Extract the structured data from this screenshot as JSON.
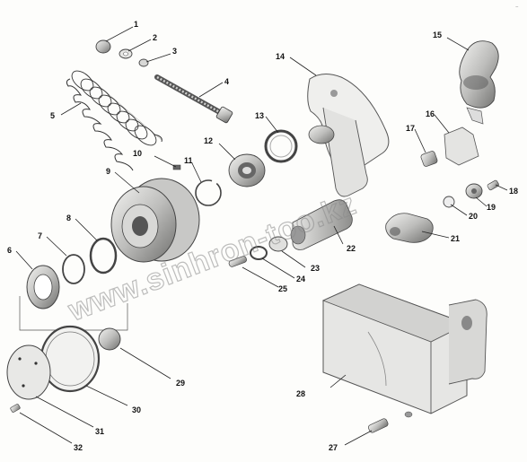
{
  "callouts": [
    "1",
    "2",
    "3",
    "4",
    "5",
    "6",
    "7",
    "8",
    "9",
    "10",
    "11",
    "12",
    "13",
    "14",
    "15",
    "16",
    "17",
    "18",
    "19",
    "20",
    "21",
    "22",
    "23",
    "24",
    "25",
    "27",
    "28",
    "29",
    "30",
    "31",
    "32"
  ],
  "watermark": "www.sinhron-too.kz",
  "corner_mark": "–"
}
